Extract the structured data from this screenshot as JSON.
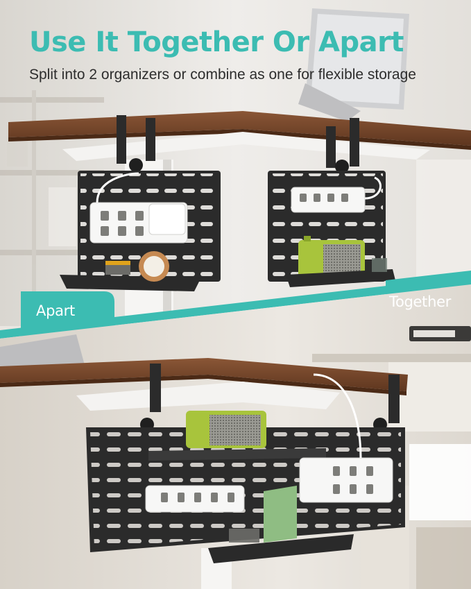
{
  "header": {
    "title": "Use It Together Or Apart",
    "subtitle": "Split into 2 organizers or combine as one for flexible storage"
  },
  "labels": {
    "apart": "Apart",
    "together": "Together"
  },
  "colors": {
    "accent": "#3cbcb2",
    "tabletop": "#6e4226",
    "organizer": "#2b2b2b"
  }
}
